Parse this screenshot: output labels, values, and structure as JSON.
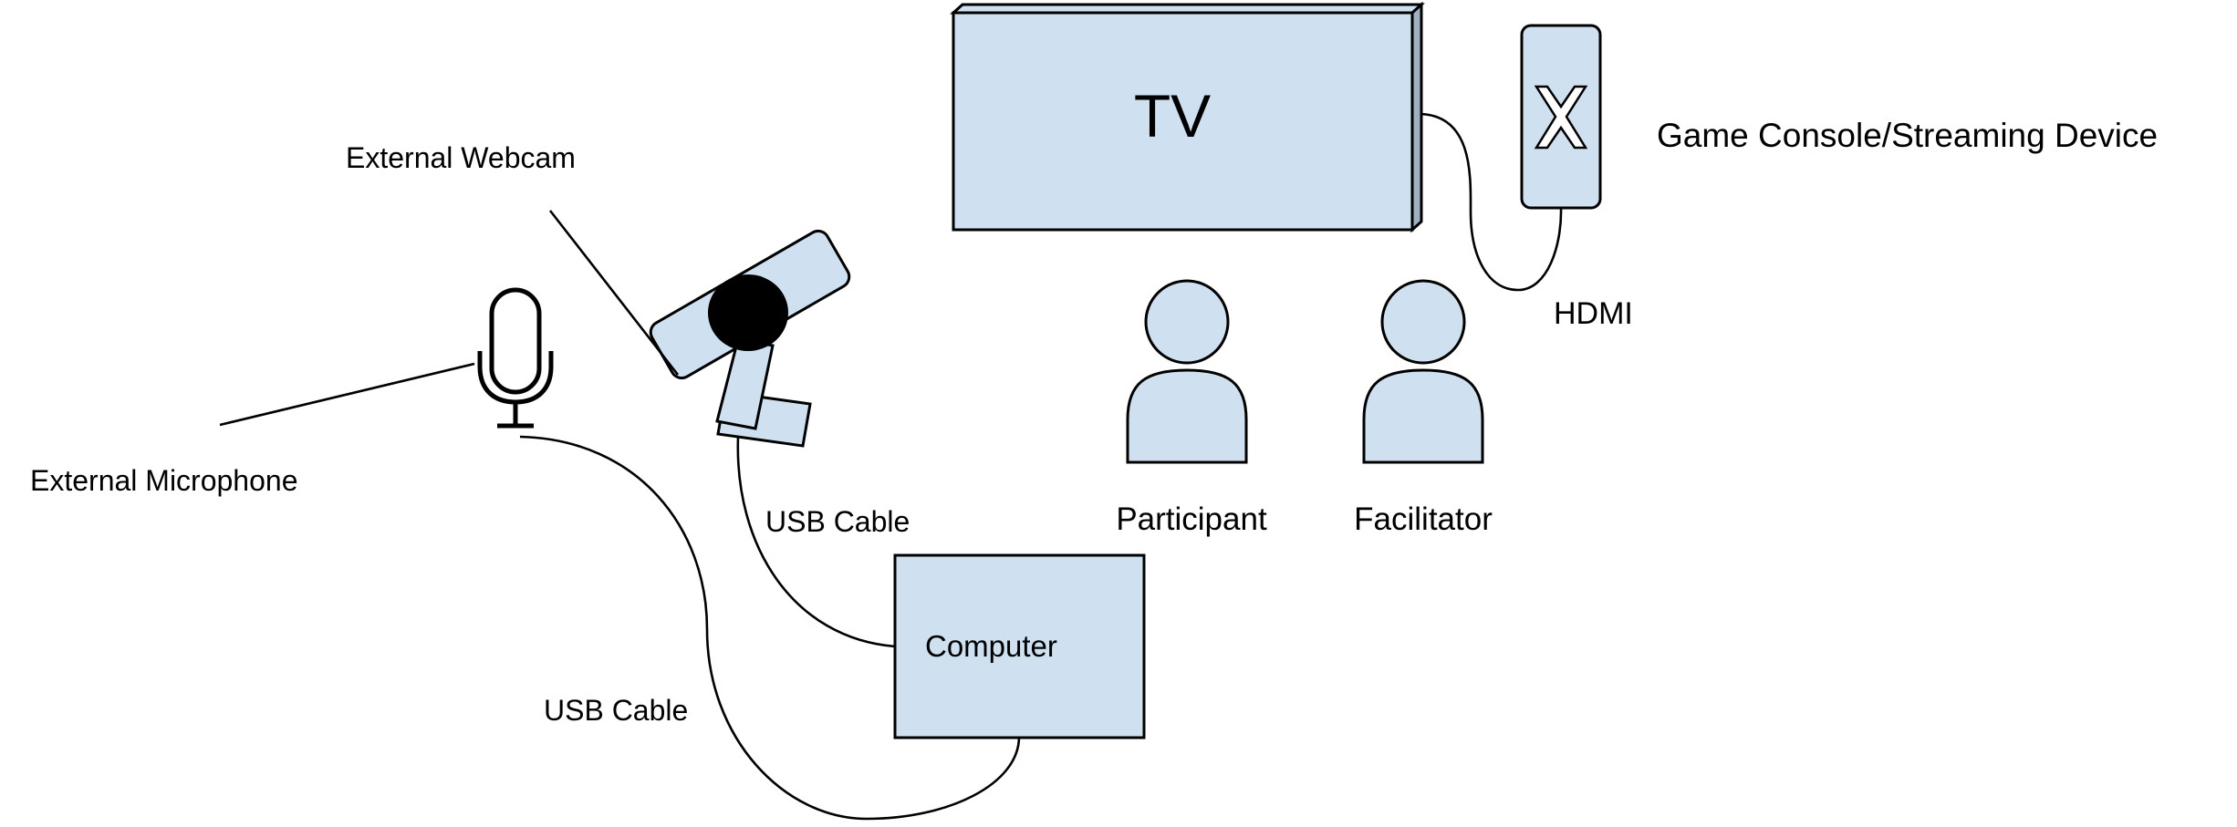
{
  "labels": {
    "tv": "TV",
    "console": "Game Console/Streaming Device",
    "hdmi": "HDMI",
    "webcam": "External Webcam",
    "microphone": "External Microphone",
    "usb_webcam": "USB Cable",
    "usb_mic": "USB Cable",
    "computer": "Computer",
    "participant": "Participant",
    "facilitator": "Facilitator"
  },
  "colors": {
    "fill": "#cfe0f1",
    "stroke": "#000000",
    "background": "#ffffff"
  },
  "icons": {
    "console_mark": "x-mark",
    "microphone": "microphone-icon",
    "webcam": "webcam-icon",
    "person": "person-icon"
  }
}
